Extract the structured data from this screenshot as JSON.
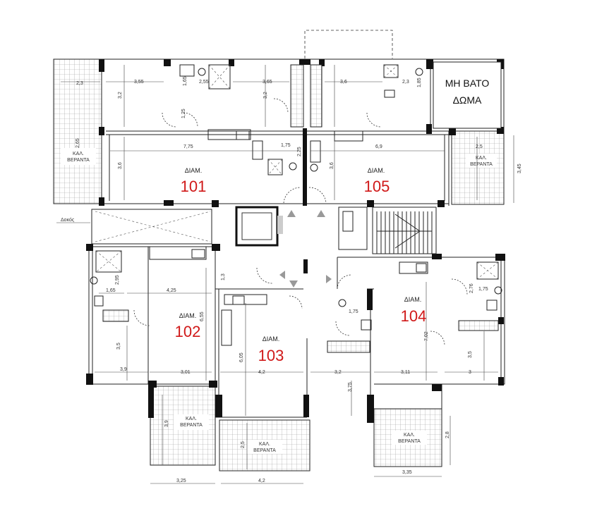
{
  "units": [
    {
      "id": "101",
      "label": "ΔΙΑΜ.",
      "color": "#d01818"
    },
    {
      "id": "102",
      "label": "ΔΙΑΜ.",
      "color": "#d01818"
    },
    {
      "id": "103",
      "label": "ΔΙΑΜ.",
      "color": "#d01818"
    },
    {
      "id": "104",
      "label": "ΔΙΑΜ.",
      "color": "#d01818"
    },
    {
      "id": "105",
      "label": "ΔΙΑΜ.",
      "color": "#d01818"
    }
  ],
  "roof": {
    "line1": "ΜΗ ΒΑΤΟ",
    "line2": "ΔΩΜΑ"
  },
  "veranda": {
    "line1": "ΚΑΛ.",
    "line2": "ΒΕΡΑΝΤΑ"
  },
  "beam_label": "Δοκός",
  "dims": {
    "d1": "2,3",
    "d2": "3,55",
    "d3": "3,2",
    "d4": "1,65",
    "d5": "2,55",
    "d6": "3,65",
    "d7": "3,2",
    "d8": "3,6",
    "d9": "2,3",
    "d10": "1,85",
    "d11": "1,25",
    "d12": "1,75",
    "d13": "2,25",
    "d14": "2,65",
    "d15": "7,75",
    "d16": "3,6",
    "d17": "6,9",
    "d18": "3,6",
    "d19": "2,5",
    "d20": "3,45",
    "d21": "2,95",
    "d22": "1,65",
    "d23": "4,25",
    "d24": "6,55",
    "d25": "1,3",
    "d26": "3,5",
    "d27": "3,9",
    "d28": "3,01",
    "d29": "6,05",
    "d30": "4,2",
    "d31": "1,75",
    "d32": "3,2",
    "d33": "3,75",
    "d34": "2,76",
    "d35": "1,75",
    "d36": "7,02",
    "d37": "3,11",
    "d38": "3,5",
    "d39": "3",
    "d40": "3,9",
    "d41": "2,5",
    "d42": "2,8",
    "d43": "3,25",
    "d44": "4,2",
    "d45": "3,35"
  }
}
